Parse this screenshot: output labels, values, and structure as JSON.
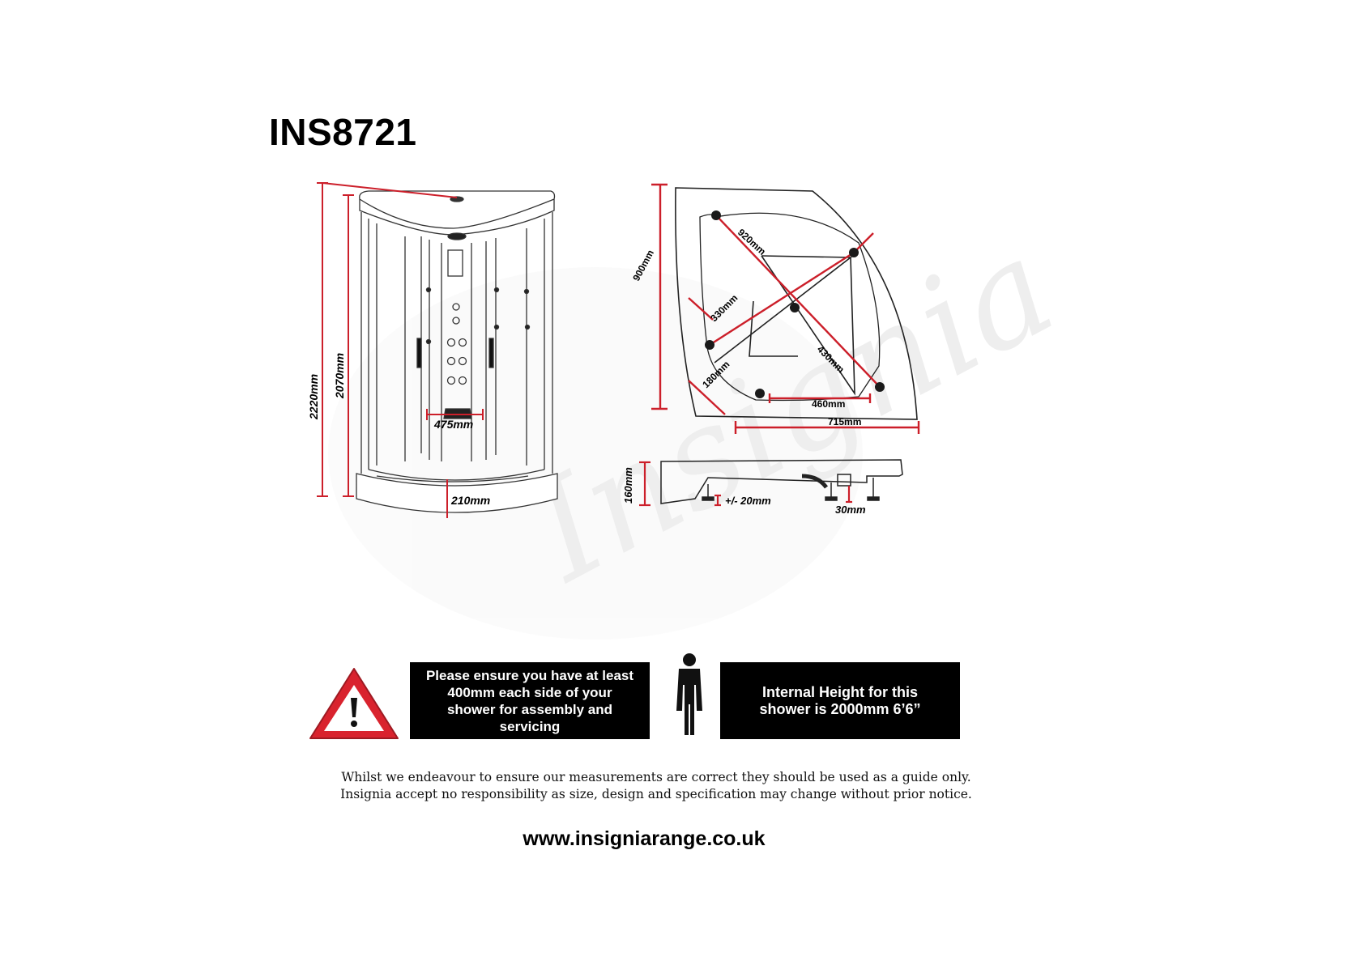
{
  "title": "INS8721",
  "watermark": "Insignia",
  "dimensions": {
    "overall_height": "2220mm",
    "inner_height": "2070mm",
    "panel_width": "475mm",
    "tray_step": "210mm",
    "side_length": "900mm",
    "diagonal": "920mm",
    "frame_inner": "330mm",
    "frame_diagonal": "430mm",
    "corner_offset": "180mm",
    "front_width": "460mm",
    "base_width": "715mm",
    "tray_height": "160mm",
    "leg_adjust": "+/- 20mm",
    "waste_height": "30mm"
  },
  "notes": {
    "clearance": "Please ensure you have at least\n400mm each side of your\nshower for assembly and\nservicing",
    "internal_height": "Internal Height for this\nshower is 2000mm 6’6”"
  },
  "disclaimer": {
    "line1": "Whilst we endeavour to ensure our measurements are correct they should be used as a guide only.",
    "line2": "Insignia accept no responsibility as size, design and specification may change without prior notice."
  },
  "website": "www.insigniarange.co.uk",
  "colors": {
    "dimension_line": "#cc1f2a",
    "warning_red": "#d9232e",
    "box": "#000000"
  },
  "icons": [
    "warning-triangle-icon",
    "person-silhouette-icon"
  ]
}
